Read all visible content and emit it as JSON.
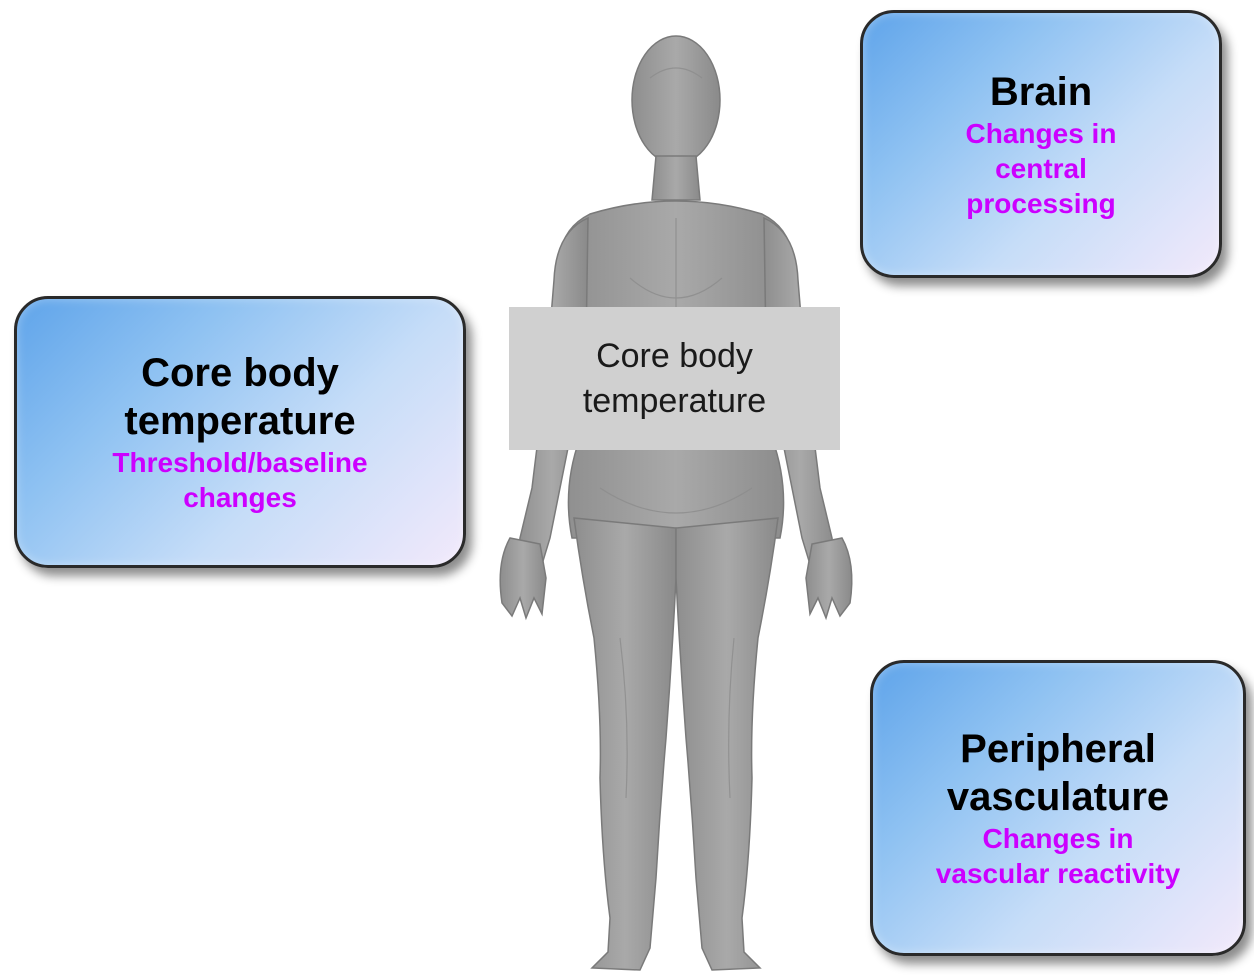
{
  "center_label": {
    "line1": "Core body",
    "line2": "temperature"
  },
  "boxes": {
    "brain": {
      "title_lines": [
        "Brain"
      ],
      "sub_lines": [
        "Changes in",
        "central",
        "processing"
      ]
    },
    "core": {
      "title_lines": [
        "Core body",
        "temperature"
      ],
      "sub_lines": [
        "Threshold/baseline",
        "changes"
      ]
    },
    "peripheral": {
      "title_lines": [
        "Peripheral",
        "vasculature"
      ],
      "sub_lines": [
        "Changes in",
        "vascular reactivity"
      ]
    }
  },
  "colors": {
    "title_text": "#000000",
    "subtitle_text": "#cc00ff",
    "box_gradient_start": "#5fa4ea",
    "box_gradient_end": "#f2e9fb",
    "center_label_bg": "#d0d0d0"
  }
}
